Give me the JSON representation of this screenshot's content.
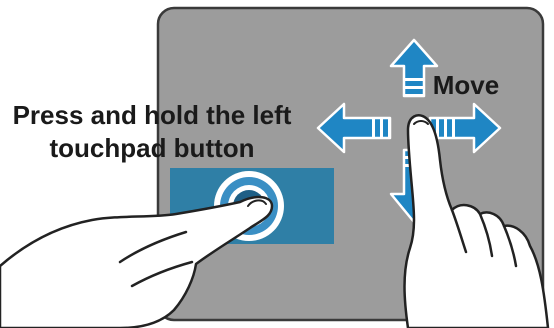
{
  "labels": {
    "press_line1": "Press and hold the left",
    "press_line2": "touchpad button",
    "move": "Move"
  },
  "icons": [
    "touchpad",
    "left-button-zone",
    "press-ring",
    "move-arrows",
    "pressing-hand",
    "moving-hand"
  ],
  "colors": {
    "touchpad_fill": "#9c9c9c",
    "touchpad_border": "#3a3a3a",
    "button_zone": "#2f7fa6",
    "arrow": "#1f86c4",
    "ring": "#3a8fc4",
    "hand_fill": "#ffffff",
    "hand_stroke": "#222222",
    "text": "#1a1a1a"
  }
}
